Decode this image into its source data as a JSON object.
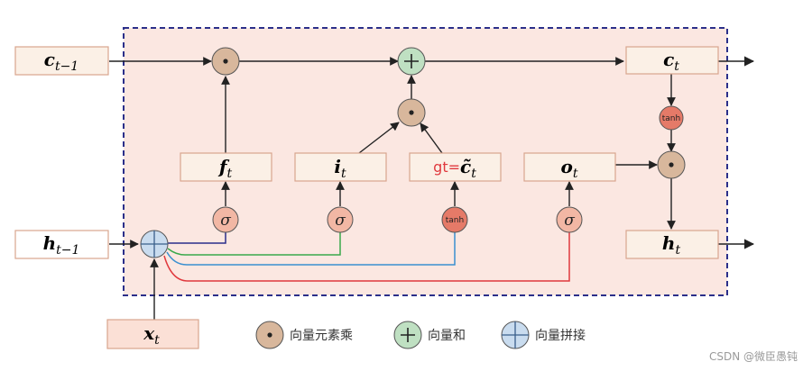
{
  "inputs": {
    "c_prev": {
      "base": "c",
      "sub": "t−1"
    },
    "h_prev": {
      "base": "h",
      "sub": "t−1"
    },
    "x": {
      "base": "x",
      "sub": "t"
    }
  },
  "gates": {
    "f": {
      "base": "f",
      "sub": "t"
    },
    "i": {
      "base": "i",
      "sub": "t"
    },
    "g": {
      "prefix": "gt=",
      "base": "c̃",
      "sub": "t"
    },
    "o": {
      "base": "o",
      "sub": "t"
    }
  },
  "outputs": {
    "c": {
      "base": "c",
      "sub": "t"
    },
    "h": {
      "base": "h",
      "sub": "t"
    }
  },
  "activations": {
    "sigma": "σ",
    "tanh": "tanh"
  },
  "legend": [
    {
      "icon": "elementwise-product-icon",
      "label": "向量元素乘"
    },
    {
      "icon": "vector-sum-icon",
      "label": "向量和"
    },
    {
      "icon": "vector-concat-icon",
      "label": "向量拼接"
    }
  ],
  "watermark": "CSDN @微臣愚钝",
  "colors": {
    "cell_bg": "#fbe7e1",
    "cell_border": "#2b2f8a",
    "box_fill": "#fbf0e6",
    "box_stroke": "#d9a58e",
    "mult_fill": "#d8b79c",
    "sum_fill": "#bfe0c2",
    "concat_fill": "#c9dcef",
    "sigma_fill": "#f2b7a4",
    "tanh_fill": "#e57a68",
    "line_f": "#2b2f8a",
    "line_i": "#3aa84b",
    "line_g": "#3a8fd0",
    "line_o": "#e0393e",
    "gt_red": "#e0393e"
  }
}
